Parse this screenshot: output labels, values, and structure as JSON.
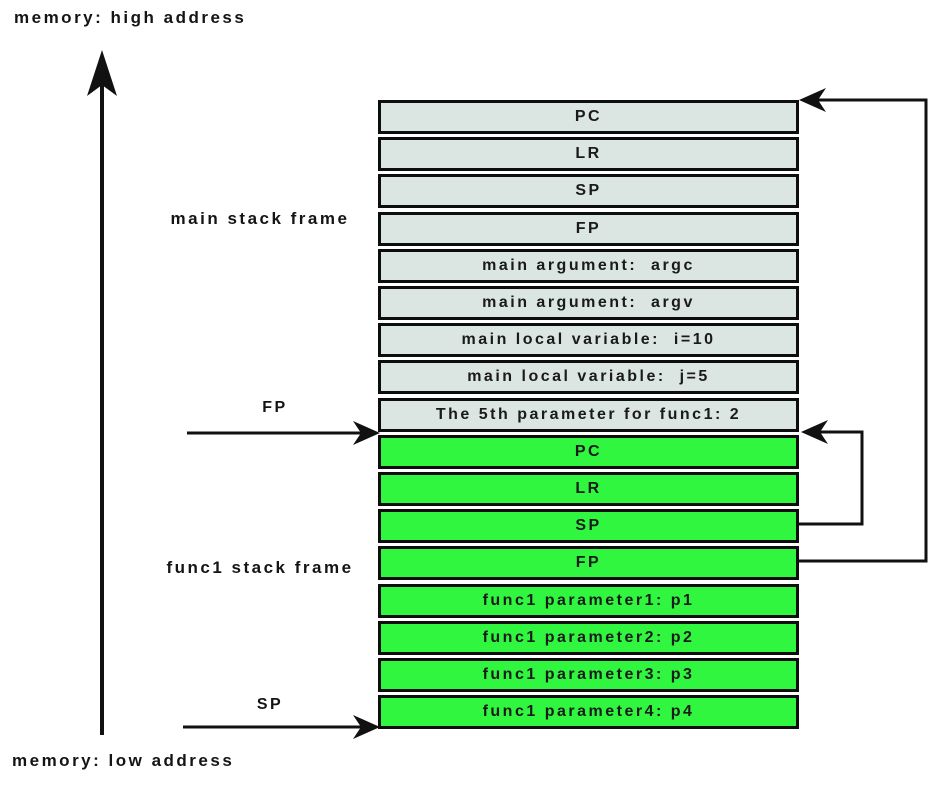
{
  "memory_labels": {
    "high": "memory: high address",
    "low": "memory: low address"
  },
  "frame_labels": {
    "main": "main stack frame",
    "func1": "func1 stack frame"
  },
  "pointer_labels": {
    "fp": "FP",
    "sp": "SP"
  },
  "colors": {
    "main_frame_fill": "#dbe5e2",
    "func1_frame_fill": "#30f63f",
    "border": "#0d0d0d",
    "line": "#111111"
  },
  "stack_rows": [
    {
      "frame": "main",
      "label": "PC"
    },
    {
      "frame": "main",
      "label": "LR"
    },
    {
      "frame": "main",
      "label": "SP"
    },
    {
      "frame": "main",
      "label": "FP"
    },
    {
      "frame": "main",
      "label": "main argument:  argc"
    },
    {
      "frame": "main",
      "label": "main argument:  argv"
    },
    {
      "frame": "main",
      "label": "main local variable:  i=10"
    },
    {
      "frame": "main",
      "label": "main local variable:  j=5"
    },
    {
      "frame": "main",
      "label": "The 5th parameter for func1: 2"
    },
    {
      "frame": "func1",
      "label": "PC"
    },
    {
      "frame": "func1",
      "label": "LR"
    },
    {
      "frame": "func1",
      "label": "SP"
    },
    {
      "frame": "func1",
      "label": "FP"
    },
    {
      "frame": "func1",
      "label": "func1 parameter1: p1"
    },
    {
      "frame": "func1",
      "label": "func1 parameter2: p2"
    },
    {
      "frame": "func1",
      "label": "func1 parameter3: p3"
    },
    {
      "frame": "func1",
      "label": "func1 parameter4: p4"
    }
  ]
}
